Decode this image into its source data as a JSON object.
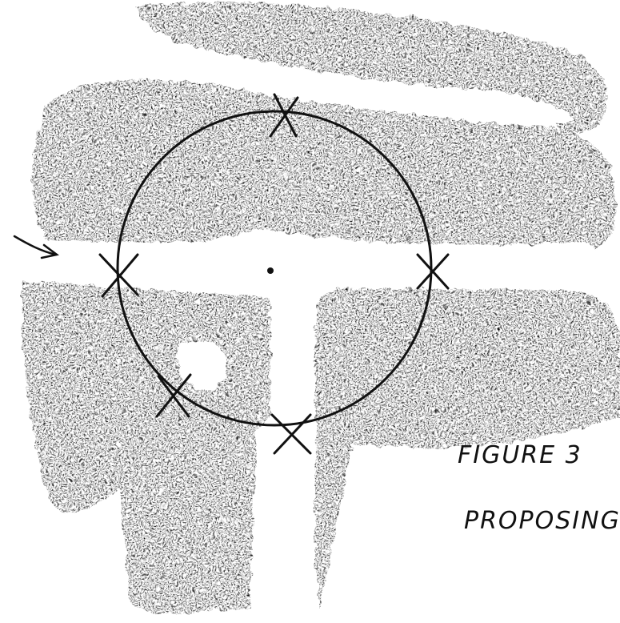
{
  "figure": {
    "caption_line1": "FIGURE 3",
    "caption_line2": "PROPOSING"
  },
  "colors": {
    "ink": "#111111",
    "paper": "#ffffff"
  },
  "markers": {
    "count": 5,
    "symbol": "X",
    "center_mark": "dot"
  },
  "icons": {
    "flow_arrow": "arrow-right-icon",
    "cross_mark": "x-mark-icon"
  }
}
